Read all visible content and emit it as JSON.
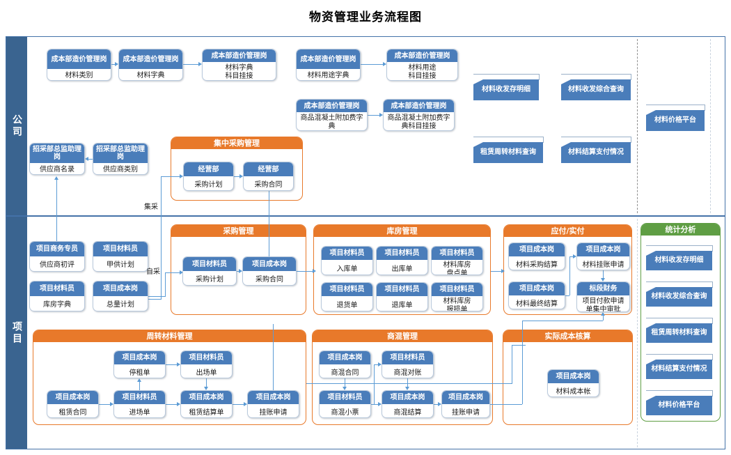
{
  "page": {
    "title": "物资管理业务流程图",
    "colors": {
      "task_header": "#4a7dba",
      "group_orange": "#e8792a",
      "group_green": "#5f9e44",
      "lane_header": "#3a6490",
      "connector": "#5b9bd5"
    }
  },
  "lanes": [
    {
      "id": "company",
      "label": "公司"
    },
    {
      "id": "project",
      "label": "项目"
    }
  ],
  "company": {
    "dictionary_flow": [
      {
        "role": "成本部造价管理岗",
        "doc": "材料类别"
      },
      {
        "role": "成本部造价管理岗",
        "doc": "材料字典"
      },
      {
        "role": "成本部造价管理岗",
        "doc": "材料字典\n科目挂接"
      },
      {
        "role": "成本部造价管理岗",
        "doc": "材料用途字典"
      },
      {
        "role": "成本部造价管理岗",
        "doc": "材料用途\n科目挂接"
      }
    ],
    "concrete_flow": [
      {
        "role": "成本部造价管理岗",
        "doc": "商品混凝土附加费字典"
      },
      {
        "role": "成本部造价管理岗",
        "doc": "商品混凝土附加费字典科目挂接"
      }
    ],
    "supplier_flow": [
      {
        "role": "招采部总监助理岗",
        "doc": "供应商名录"
      },
      {
        "role": "招采部总监助理岗",
        "doc": "供应商类别"
      }
    ],
    "reports": [
      "材料收发存明细",
      "材料收发综合查询",
      "租赁周转材料查询",
      "材料结算支付情况"
    ],
    "platform_report": "材料价格平台",
    "central_purchase": {
      "title": "集中采购管理",
      "nodes": [
        {
          "role": "经营部",
          "doc": "采购计划"
        },
        {
          "role": "经营部",
          "doc": "采购合同"
        }
      ]
    },
    "edge_label_jicai": "集采"
  },
  "project": {
    "left_nodes": [
      {
        "role": "项目商务专员",
        "doc": "供应商初评"
      },
      {
        "role": "项目材料员",
        "doc": "甲供计划"
      },
      {
        "role": "项目材料员",
        "doc": "库房字典"
      },
      {
        "role": "项目成本岗",
        "doc": "总量计划"
      }
    ],
    "edge_label_zicai": "自采",
    "purchase": {
      "title": "采购管理",
      "nodes": [
        {
          "role": "项目材料员",
          "doc": "采购计划"
        },
        {
          "role": "项目成本岗",
          "doc": "采购合同"
        }
      ]
    },
    "warehouse": {
      "title": "库房管理",
      "nodes": [
        {
          "role": "项目材料员",
          "doc": "入库单"
        },
        {
          "role": "项目材料员",
          "doc": "出库单"
        },
        {
          "role": "项目材料员",
          "doc": "材料库房\n盘点单"
        },
        {
          "role": "项目材料员",
          "doc": "退货单"
        },
        {
          "role": "项目材料员",
          "doc": "退库单"
        },
        {
          "role": "项目材料员",
          "doc": "材料库房\n报损单"
        }
      ]
    },
    "payable": {
      "title": "应付/实付",
      "nodes": [
        {
          "role": "项目成本岗",
          "doc": "材料采购结算"
        },
        {
          "role": "项目成本岗",
          "doc": "材料挂账申请"
        },
        {
          "role": "项目成本岗",
          "doc": "材料最终结算"
        },
        {
          "role": "标段财务",
          "doc": "项目付款申请\n单集中审批"
        }
      ]
    },
    "turnover": {
      "title": "周转材料管理",
      "nodes": [
        {
          "role": "项目成本岗",
          "doc": "停租单"
        },
        {
          "role": "项目材料员",
          "doc": "出场单"
        },
        {
          "role": "项目成本岗",
          "doc": "租赁合同"
        },
        {
          "role": "项目材料员",
          "doc": "进场单"
        },
        {
          "role": "项目成本岗",
          "doc": "租赁结算单"
        },
        {
          "role": "项目成本岗",
          "doc": "挂账申请"
        }
      ]
    },
    "concrete": {
      "title": "商混管理",
      "nodes": [
        {
          "role": "项目成本岗",
          "doc": "商混合同"
        },
        {
          "role": "项目材料员",
          "doc": "商混对账"
        },
        {
          "role": "项目材料员",
          "doc": "商混小票"
        },
        {
          "role": "项目成本岗",
          "doc": "商混结算"
        },
        {
          "role": "项目成本岗",
          "doc": "挂账申请"
        }
      ]
    },
    "actual_cost": {
      "title": "实际成本核算",
      "nodes": [
        {
          "role": "项目成本岗",
          "doc": "材料成本帐"
        }
      ]
    },
    "statistics": {
      "title": "统计分析",
      "reports": [
        "材料收发存明细",
        "材料收发综合查询",
        "租赁周转材料查询",
        "材料结算支付情况",
        "材料价格平台"
      ]
    }
  }
}
